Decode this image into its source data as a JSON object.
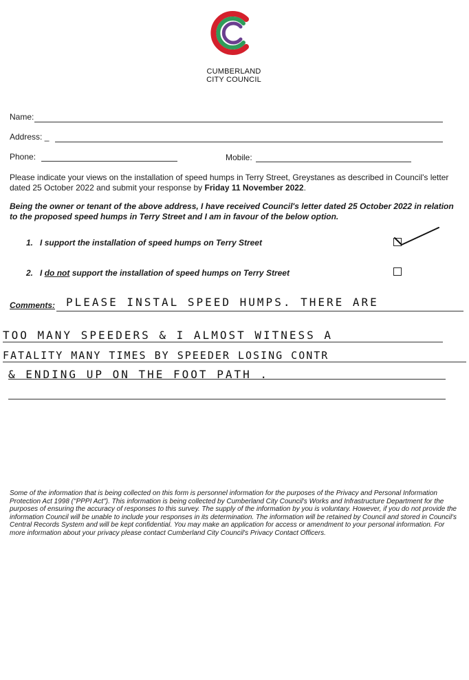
{
  "org": {
    "line1": "CUMBERLAND",
    "line2": "CITY COUNCIL"
  },
  "fields": {
    "name": "Name:",
    "address": "Address: _",
    "phone": "Phone:",
    "mobile": "Mobile:"
  },
  "intro": {
    "lead": "Please indicate your views on the installation of speed humps in Terry Street, Greystanes as described in Council's letter dated 25 October 2022 and submit your response by ",
    "deadline": "Friday 11 November 2022",
    "tail": "."
  },
  "declaration": "Being the owner or tenant of the above address, I have received Council's letter dated 25 October 2022 in relation to the proposed speed humps in Terry Street and I am in favour of the below option.",
  "options": [
    {
      "num": "1.",
      "text": "I support the installation of speed humps on Terry Street"
    },
    {
      "num": "2.",
      "pre": "I ",
      "emph": "do not",
      "post": " support the installation of speed humps on Terry Street"
    }
  ],
  "comments": {
    "label": "Comments:",
    "lines": [
      "PLEASE INSTAL SPEED HUMPS. THERE ARE",
      "TOO MANY SPEEDERS & I ALMOST WITNESS A",
      "FATALITY MANY TIMES BY SPEEDER LOSING CONTR",
      "& ENDING UP ON THE FOOT PATH ."
    ]
  },
  "privacy": "Some of the information that is being collected on this form is personnel information for the purposes of the Privacy and Personal Information Protection Act 1998 (\"PPPI Act\"). This information is being collected by Cumberland City Council's Works and Infrastructure Department for the purposes of ensuring the accuracy of responses to this survey. The supply of the information by you is voluntary. However, if you do not provide the information Council will be unable to include your responses in its determination. The information will be retained by Council and stored in Council's Central Records System and will be kept confidential. You may make an application for access or amendment to your personal information. For more information about your privacy please contact Cumberland City Council's Privacy Contact Officers.",
  "colors": {
    "logo_red": "#d4202c",
    "logo_green": "#2f9c5a",
    "logo_purple": "#6a3f8f"
  }
}
